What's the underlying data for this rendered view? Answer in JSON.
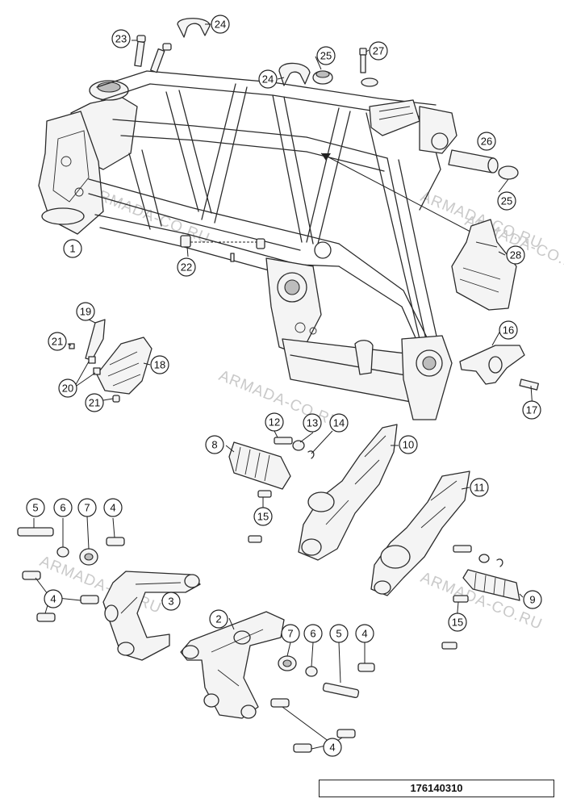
{
  "diagram_code": "176140310",
  "watermarks": [
    "ARMADA-CO.RU",
    "ARMADA-CO.RU",
    "ARMADA-CO.RU",
    "ARMADA-CO.RU",
    "ARMADA-CO.RU"
  ],
  "callouts": [
    {
      "id": "c1",
      "label": "1"
    },
    {
      "id": "c2",
      "label": "2"
    },
    {
      "id": "c3",
      "label": "3"
    },
    {
      "id": "c4a",
      "label": "4"
    },
    {
      "id": "c4b",
      "label": "4"
    },
    {
      "id": "c4c",
      "label": "4"
    },
    {
      "id": "c4d",
      "label": "4"
    },
    {
      "id": "c5a",
      "label": "5"
    },
    {
      "id": "c5b",
      "label": "5"
    },
    {
      "id": "c6a",
      "label": "6"
    },
    {
      "id": "c6b",
      "label": "6"
    },
    {
      "id": "c7a",
      "label": "7"
    },
    {
      "id": "c7b",
      "label": "7"
    },
    {
      "id": "c8",
      "label": "8"
    },
    {
      "id": "c9",
      "label": "9"
    },
    {
      "id": "c10",
      "label": "10"
    },
    {
      "id": "c11",
      "label": "11"
    },
    {
      "id": "c12",
      "label": "12"
    },
    {
      "id": "c13",
      "label": "13"
    },
    {
      "id": "c14",
      "label": "14"
    },
    {
      "id": "c15a",
      "label": "15"
    },
    {
      "id": "c15b",
      "label": "15"
    },
    {
      "id": "c16",
      "label": "16"
    },
    {
      "id": "c17",
      "label": "17"
    },
    {
      "id": "c18",
      "label": "18"
    },
    {
      "id": "c19",
      "label": "19"
    },
    {
      "id": "c20",
      "label": "20"
    },
    {
      "id": "c21a",
      "label": "21"
    },
    {
      "id": "c21b",
      "label": "21"
    },
    {
      "id": "c22",
      "label": "22"
    },
    {
      "id": "c23",
      "label": "23"
    },
    {
      "id": "c24a",
      "label": "24"
    },
    {
      "id": "c24b",
      "label": "24"
    },
    {
      "id": "c25a",
      "label": "25"
    },
    {
      "id": "c25b",
      "label": "25"
    },
    {
      "id": "c26",
      "label": "26"
    },
    {
      "id": "c27",
      "label": "27"
    },
    {
      "id": "c28",
      "label": "28"
    }
  ]
}
